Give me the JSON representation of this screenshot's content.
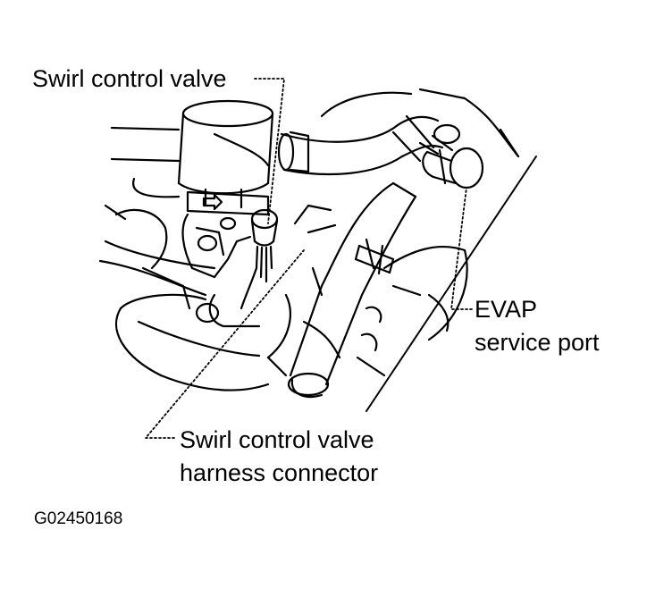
{
  "callouts": {
    "swirl_valve": "Swirl control valve",
    "harness_line1": "Swirl control valve",
    "harness_line2": "harness connector",
    "evap_line1": "EVAP",
    "evap_line2": "service port"
  },
  "figure_id": "G02450168",
  "colors": {
    "ink": "#000000",
    "paper": "#ffffff"
  }
}
